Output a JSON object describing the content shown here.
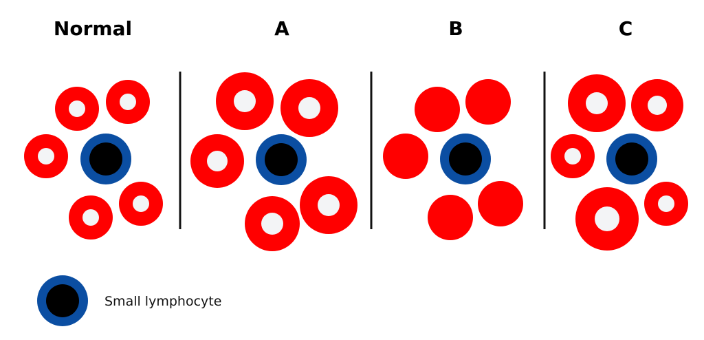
{
  "panels": [
    {
      "title": "Normal"
    },
    {
      "title": "A"
    },
    {
      "title": "B"
    },
    {
      "title": "C"
    }
  ],
  "legend": {
    "label": "Small lymphocyte"
  },
  "colors": {
    "rbc": "#ff0000",
    "pallor": "#f3f4f6",
    "lymphocyte_ring": "#0b4ea2",
    "lymphocyte_nucleus": "#000000",
    "divider": "#111111"
  }
}
